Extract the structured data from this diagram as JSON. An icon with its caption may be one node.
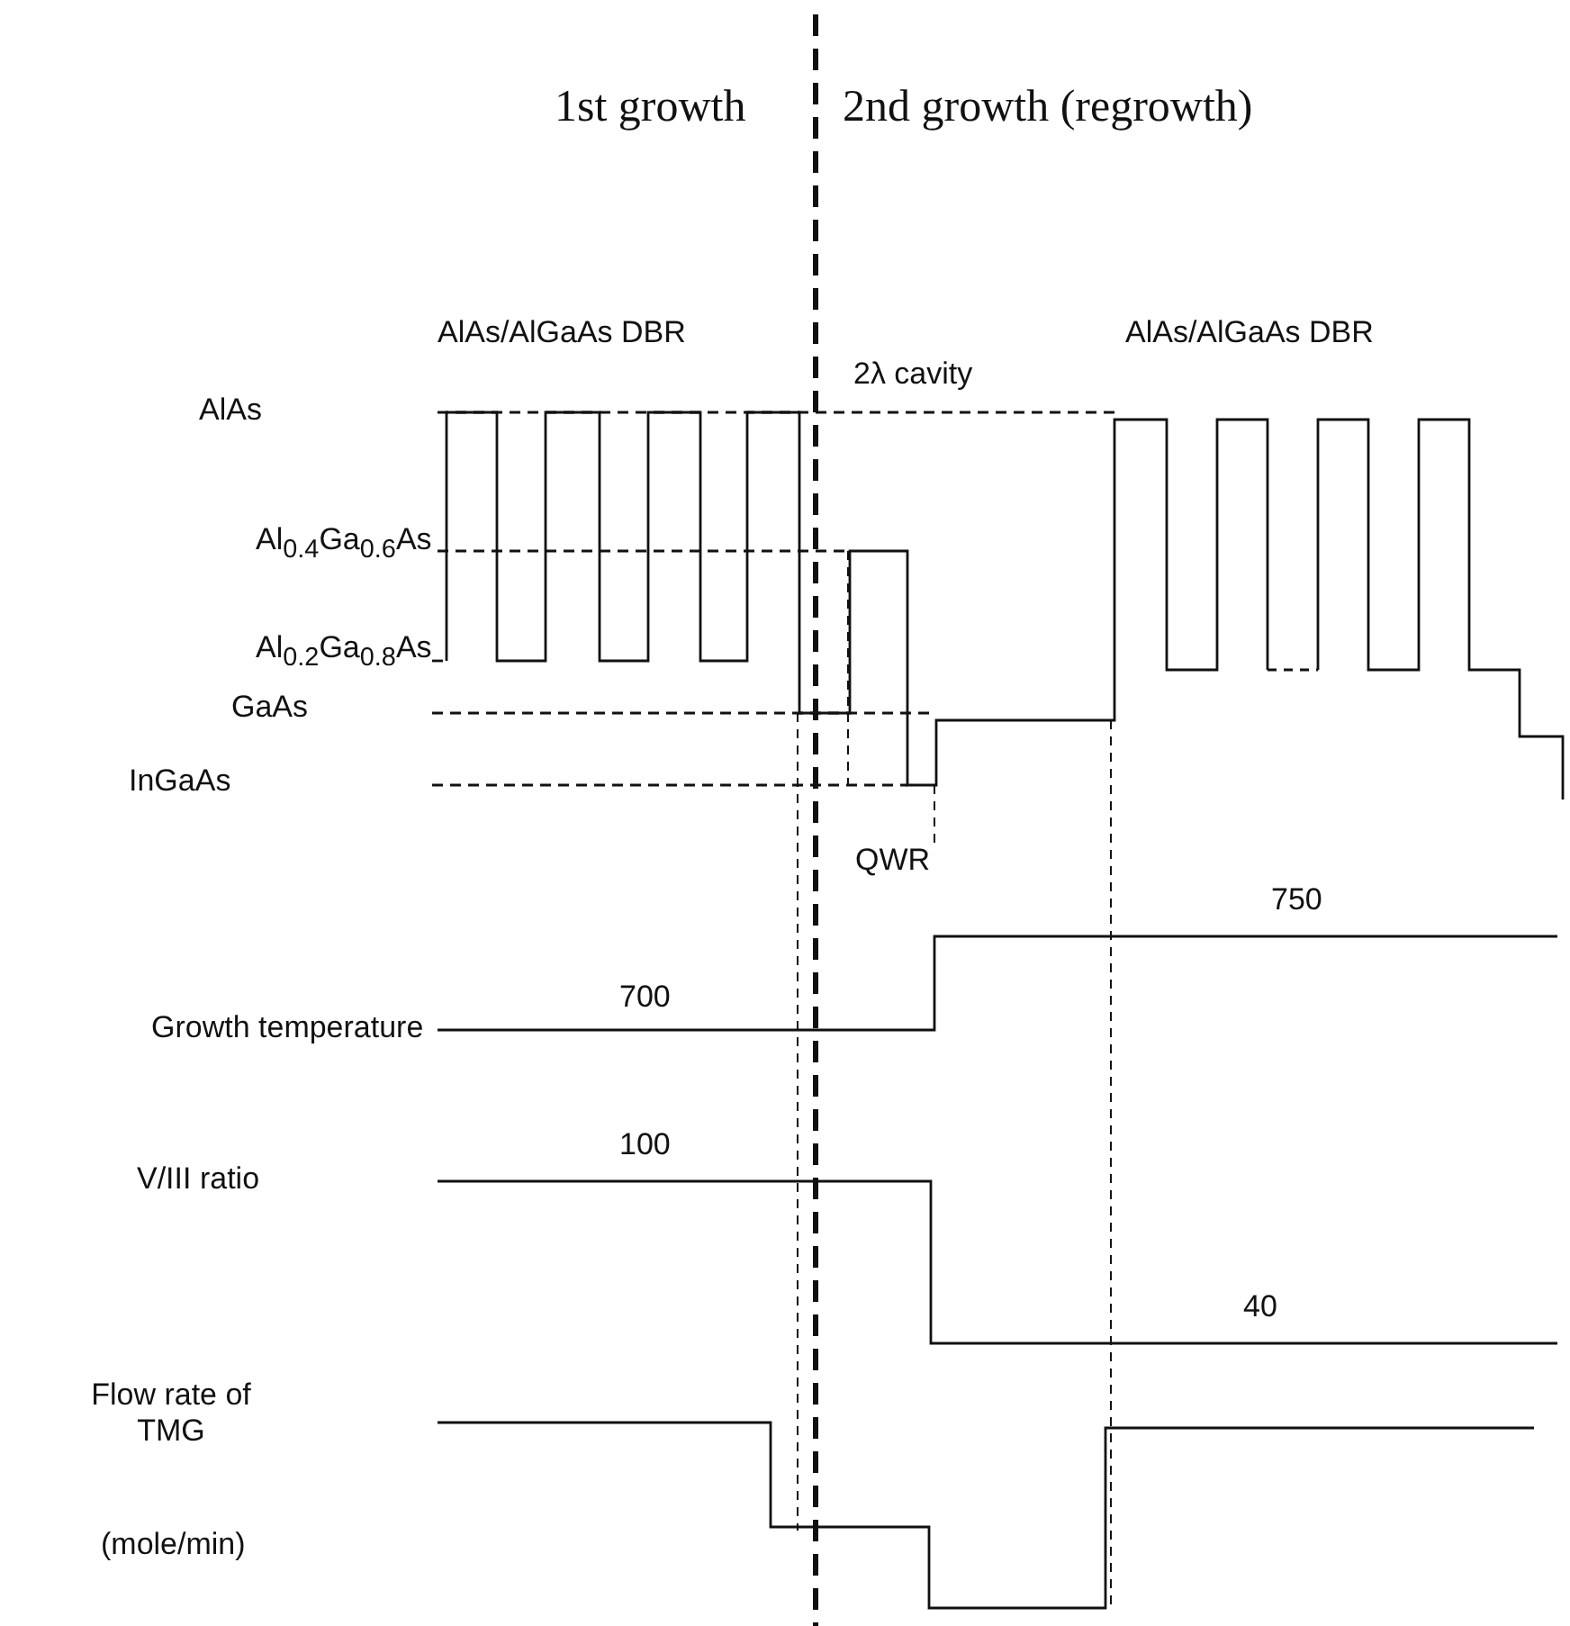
{
  "diagram": {
    "labels": [
      "1st growth",
      "2nd growth (regrowth)",
      "AlAs/AlGaAs DBR",
      "AlAs/AlGaAs DBR",
      "AlAs",
      "2λ cavity",
      "Al$_{0.4}$Ga$_{0.6}$As",
      "Al$_{0.2}$Ga$_{0.8}$As",
      "GaAs",
      "InGaAs",
      "QWR",
      "750",
      "Growth temperature",
      "700",
      "V/III ratio",
      "100",
      "40",
      "Flow rate of TMG",
      "(mole/min)"
    ]
  }
}
